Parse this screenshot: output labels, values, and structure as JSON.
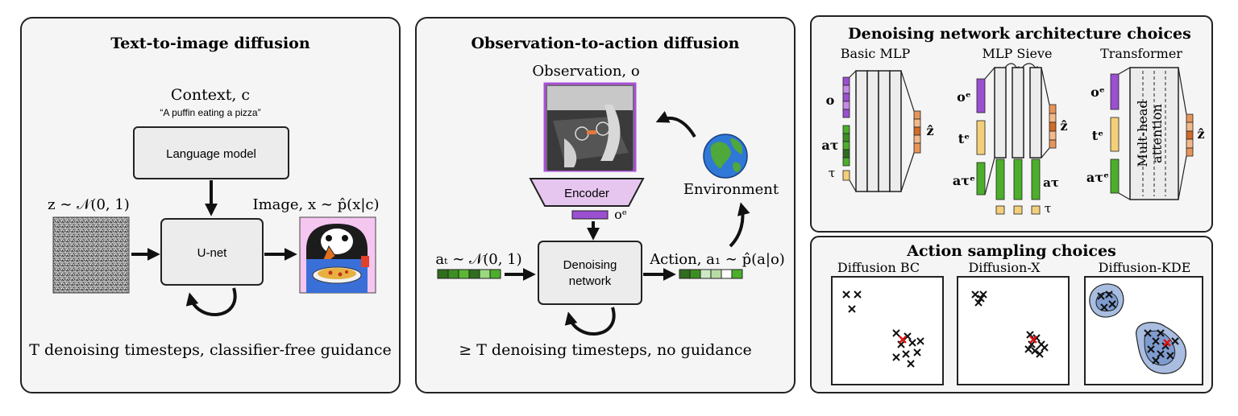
{
  "panels": {
    "t2i": {
      "title": "Text-to-image diffusion",
      "context_label": "Context, c",
      "prompt": "“A puffin eating a pizza”",
      "language_model": "Language model",
      "noise_label": "z ∼ 𝒩(0, 1)",
      "unet": "U-net",
      "image_label": "Image, x ∼ p̂(x|c)",
      "footer": "T denoising timesteps, classifier-free guidance"
    },
    "o2a": {
      "title": "Observation-to-action diffusion",
      "observation_label": "Observation, o",
      "encoder": "Encoder",
      "embed_label": "oᵉ",
      "environment": "Environment",
      "noise_label": "aₜ ∼ 𝒩(0, 1)",
      "denoise_line1": "Denoising",
      "denoise_line2": "network",
      "action_label": "Action, a₁ ∼ p̂(a|o)",
      "footer": "≥ T denoising timesteps, no guidance"
    },
    "arch": {
      "title": "Denoising network architecture choices",
      "basic_mlp": {
        "title": "Basic MLP",
        "label_o": "o",
        "label_a": "aτ",
        "label_tau": "τ",
        "label_z": "ẑ"
      },
      "mlp_sieve": {
        "title": "MLP Sieve",
        "label_o": "oᵉ",
        "label_t": "tᵉ",
        "label_a": "aτᵉ",
        "label_ar": "aτ",
        "label_tau": "τ",
        "label_z": "ẑ"
      },
      "transformer": {
        "title": "Transformer",
        "label_o": "oᵉ",
        "label_t": "tᵉ",
        "label_a": "aτᵉ",
        "attn_line1": "Mult-head",
        "attn_line2": "attention",
        "label_z": "ẑ"
      }
    },
    "sampling": {
      "title": "Action sampling choices",
      "plots": [
        "Diffusion BC",
        "Diffusion-X",
        "Diffusion-KDE"
      ]
    }
  },
  "colors": {
    "purple": "#9b4fd1",
    "green": "#4caf2a",
    "orange": "#e8955a",
    "yellow": "#f3cf7a",
    "encoder_fill": "#e6c6ef",
    "kde_blue": "#a8bde0"
  }
}
